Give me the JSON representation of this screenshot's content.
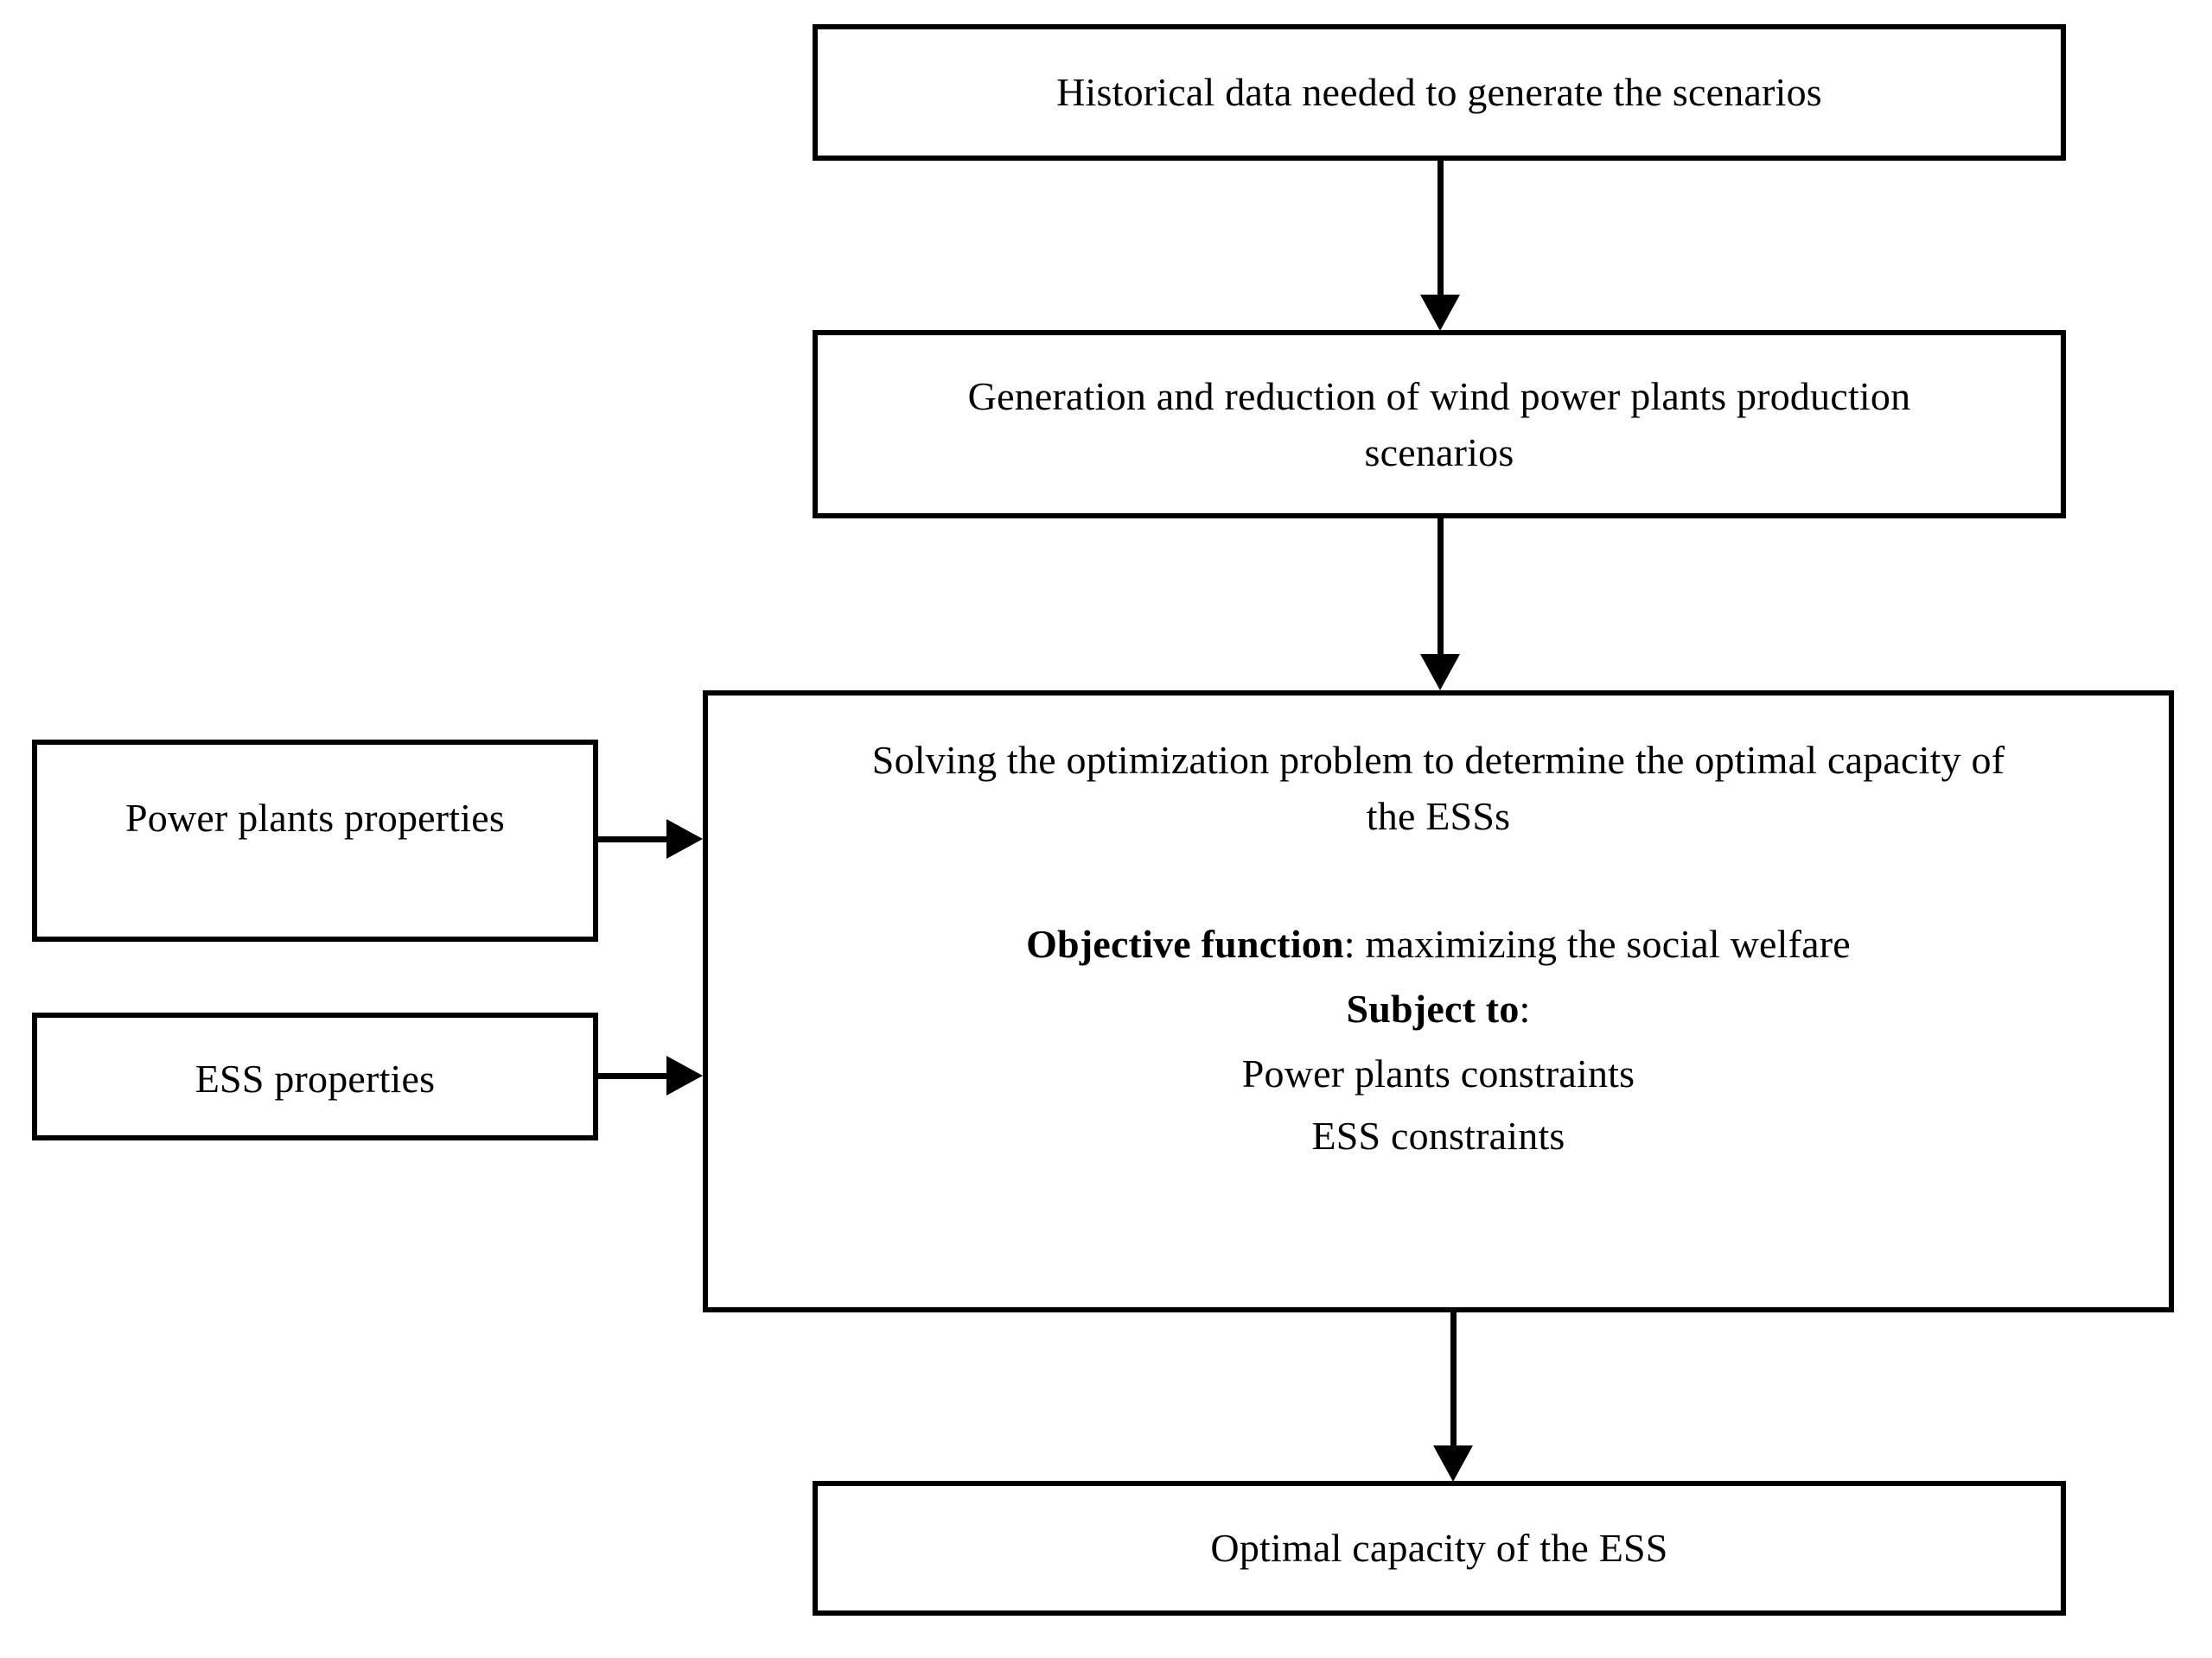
{
  "diagram": {
    "type": "flowchart",
    "title": "ESS optimal capacity determination flowchart",
    "nodes": {
      "historical": {
        "label": "Historical data needed to generate the scenarios"
      },
      "scenarios": {
        "line1": "Generation and reduction of wind power plants production",
        "line2": "scenarios"
      },
      "optimization": {
        "head_line1": "Solving the optimization problem to determine the optimal capacity of",
        "head_line2": "the ESSs",
        "objective_label": "Objective function",
        "objective_value": ": maximizing the social welfare",
        "subject_label": "Subject to",
        "subject_suffix": ":",
        "constraint1": "Power plants constraints",
        "constraint2": "ESS constraints"
      },
      "power_plants_properties": {
        "label": "Power plants properties"
      },
      "ess_properties": {
        "label": "ESS properties"
      },
      "result": {
        "label": "Optimal capacity of the ESS"
      }
    },
    "colors": {
      "stroke": "#000000",
      "fill": "#ffffff",
      "text": "#000000"
    }
  }
}
